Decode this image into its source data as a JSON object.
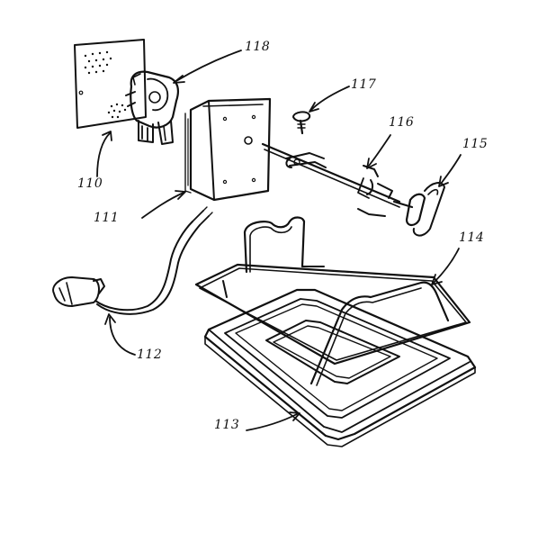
{
  "figure": {
    "background": "#ffffff",
    "ink_color": "#111111",
    "labels": {
      "p110": "110",
      "p111": "111",
      "p112": "112",
      "p113": "113",
      "p114": "114",
      "p115": "115",
      "p116": "116",
      "p117": "117",
      "p118": "118"
    }
  }
}
